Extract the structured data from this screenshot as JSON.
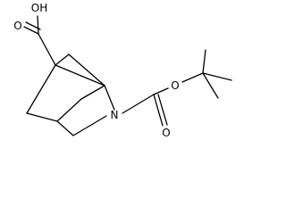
{
  "molecule": {
    "atoms": {
      "hydroxyl": "OH",
      "acid_carbonyl_oxygen": "O",
      "ring_nitrogen": "N",
      "ester_oxygen": "O",
      "carbamate_carbonyl_oxygen": "O"
    }
  },
  "colors": {
    "bond": "#000000",
    "text": "#000000",
    "background": "#ffffff"
  }
}
